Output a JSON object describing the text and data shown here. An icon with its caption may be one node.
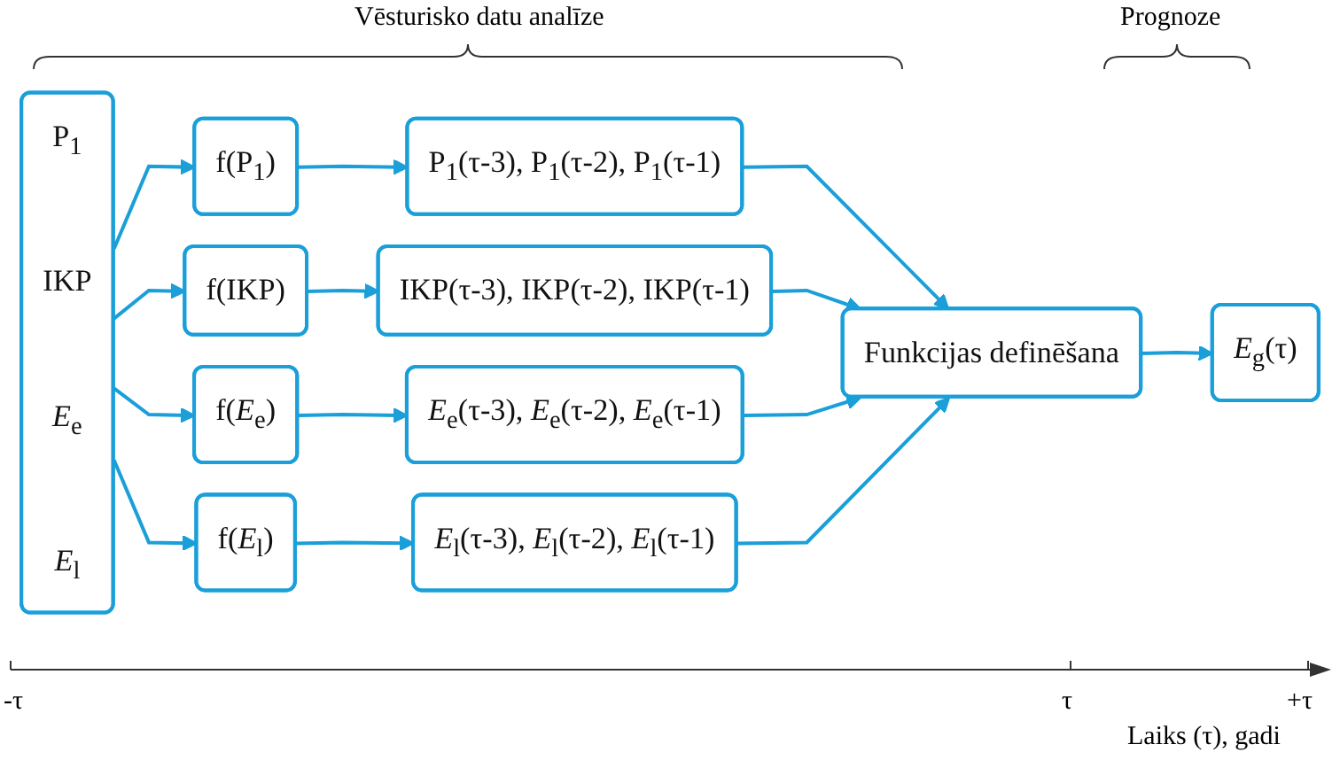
{
  "diagram": {
    "nodes": [
      {
        "text": [
          "P$_{1}$",
          "IKP",
          "*E*$_{e}$",
          "*E*$_{l}$"
        ]
      },
      {
        "text": [
          "f(P$_{1}$)"
        ]
      },
      {
        "text": [
          "P$_{1}$(τ-3), P$_{1}$(τ-2), P$_{1}$(τ-1)"
        ]
      },
      {
        "text": [
          "f(IKP)"
        ]
      },
      {
        "text": [
          "IKP(τ-3), IKP(τ-2), IKP(τ-1)"
        ]
      },
      {
        "text": [
          "f(*E*$_{e}$)"
        ]
      },
      {
        "text": [
          "*E*$_{e}$(τ-3), *E*$_{e}$(τ-2), *E*$_{e}$(τ-1)"
        ]
      },
      {
        "text": [
          "f(*E*$_{l}$)"
        ]
      },
      {
        "text": [
          "*E*$_{l}$(τ-3), *E*$_{l}$(τ-2), *E*$_{l}$(τ-1)"
        ]
      },
      {
        "text": [
          "Funkcijas definēšana"
        ]
      },
      {
        "text": [
          "*E*$_{g}$(τ)"
        ]
      }
    ],
    "edges": [
      {
        "from": 0,
        "to": 1,
        "arrow": "to"
      },
      {
        "from": 0,
        "to": 3,
        "arrow": "to"
      },
      {
        "from": 0,
        "to": 5,
        "arrow": "to"
      },
      {
        "from": 0,
        "to": 7,
        "arrow": "to"
      },
      {
        "from": 1,
        "to": 2,
        "arrow": "to"
      },
      {
        "from": 3,
        "to": 4,
        "arrow": "to"
      },
      {
        "from": 5,
        "to": 6,
        "arrow": "to"
      },
      {
        "from": 7,
        "to": 8,
        "arrow": "to"
      },
      {
        "from": 2,
        "to": 9,
        "arrow": "to"
      },
      {
        "from": 4,
        "to": 9,
        "arrow": "to"
      },
      {
        "from": 6,
        "to": 9,
        "arrow": "to"
      },
      {
        "from": 8,
        "to": 9,
        "arrow": "to"
      },
      {
        "from": 9,
        "to": 10,
        "arrow": "to"
      }
    ],
    "labels": [
      "Vēsturisko datu analīze",
      "Prognoze",
      "-τ",
      "τ",
      "+τ",
      "Laiks (τ), gadi"
    ]
  }
}
